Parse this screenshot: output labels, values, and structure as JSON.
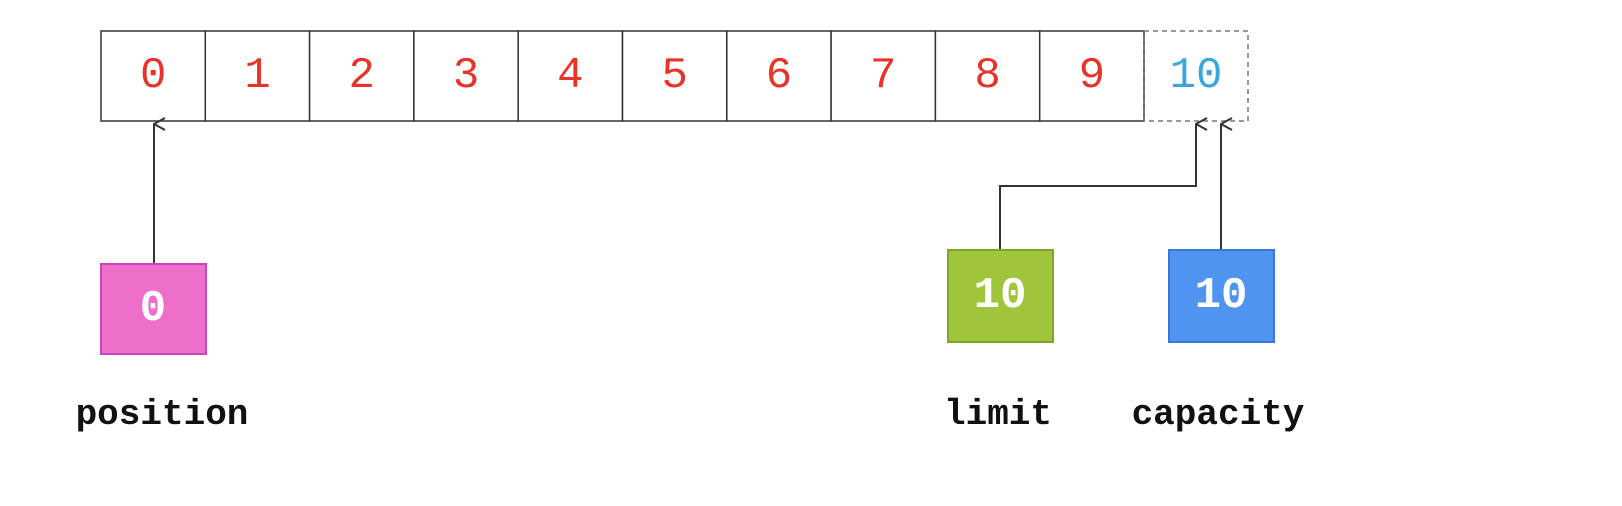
{
  "buffer": {
    "cells": [
      "0",
      "1",
      "2",
      "3",
      "4",
      "5",
      "6",
      "7",
      "8",
      "9"
    ],
    "extra_cell": "10",
    "cell_color": "#e8332b",
    "extra_cell_color": "#3aa6e0",
    "border_color": "#333333"
  },
  "pointers": {
    "position": {
      "label": "position",
      "value": "0",
      "color": "#ee6fc9",
      "border": "#cc44bb",
      "points_to_index": 0
    },
    "limit": {
      "label": "limit",
      "value": "10",
      "color": "#9fc53b",
      "border": "#7fa52b",
      "points_to_index": 10
    },
    "capacity": {
      "label": "capacity",
      "value": "10",
      "color": "#4f94f0",
      "border": "#3a78d0",
      "points_to_index": 10
    }
  }
}
